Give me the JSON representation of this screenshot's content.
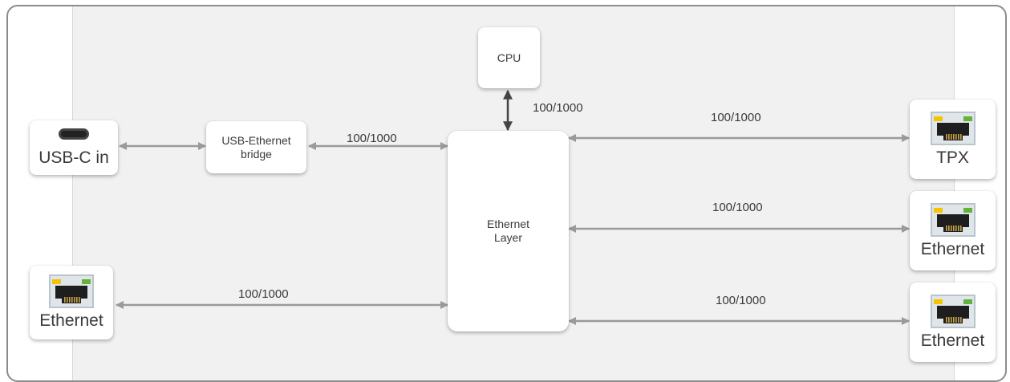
{
  "diagram": {
    "cpu": {
      "label": "CPU"
    },
    "usb_c_in": {
      "label": "USB-C in",
      "icon": "usb-c-port-icon"
    },
    "usb_ethernet_bridge": {
      "label": "USB-Ethernet\nbridge"
    },
    "ethernet_layer": {
      "label": "Ethernet\nLayer"
    },
    "ethernet_left": {
      "label": "Ethernet",
      "icon": "rj45-port-icon"
    },
    "tpx": {
      "label": "TPX",
      "icon": "rj45-port-icon"
    },
    "ethernet_right_1": {
      "label": "Ethernet",
      "icon": "rj45-port-icon"
    },
    "ethernet_right_2": {
      "label": "Ethernet",
      "icon": "rj45-port-icon"
    },
    "links": {
      "bridge_to_layer": "100/1000",
      "cpu_to_layer": "100/1000",
      "ethernet_left_to_layer": "100/1000",
      "layer_to_tpx": "100/1000",
      "layer_to_ethernet_1": "100/1000",
      "layer_to_ethernet_2": "100/1000"
    },
    "colors": {
      "panel": "#f1f1f2",
      "wire": "#9a9a9a",
      "cpu_wire": "#444444",
      "led_yellow": "#f2c500",
      "led_green": "#63b33a"
    }
  }
}
